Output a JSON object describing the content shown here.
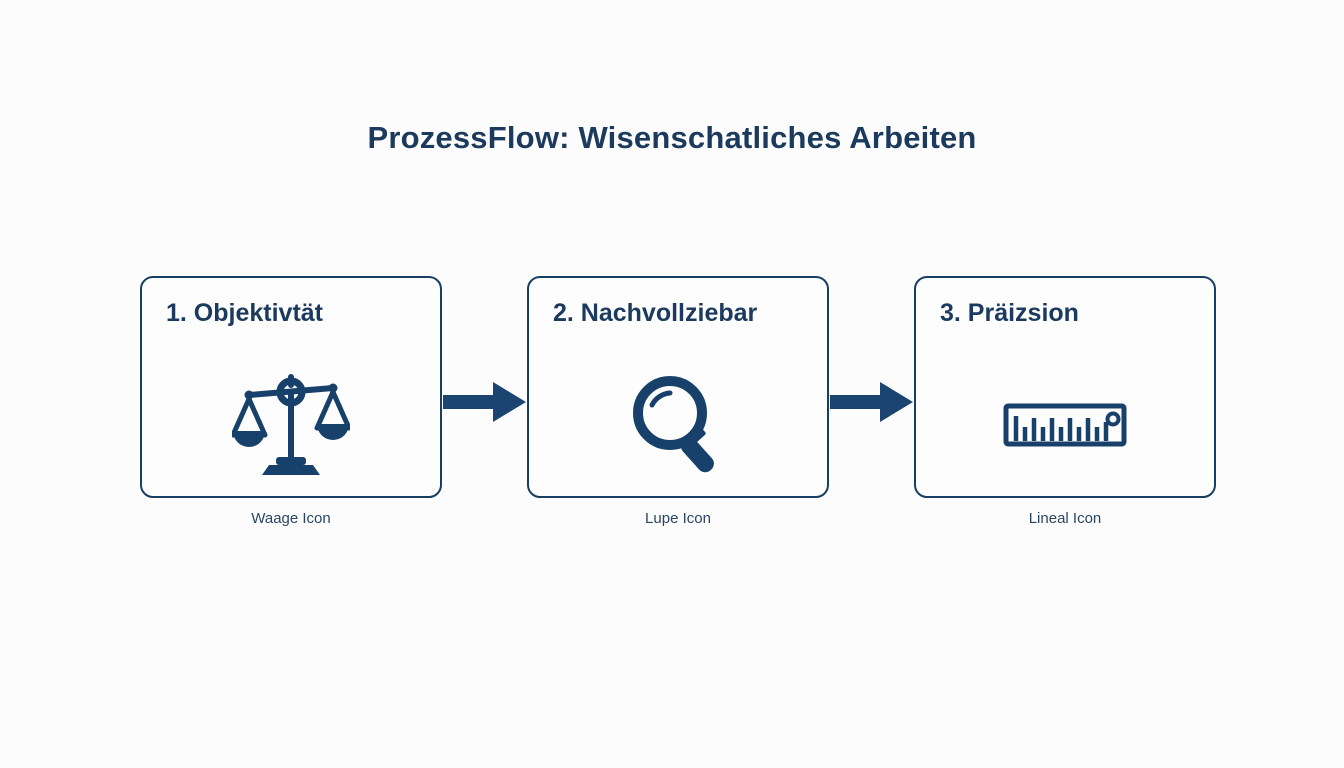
{
  "page": {
    "title": "ProzessFlow: Wisenschatliches Arbeiten",
    "background_color": "#fcfcfc",
    "accent_color": "#173f63",
    "text_color": "#1b3a5e",
    "caption_color": "#2a4663"
  },
  "flow": {
    "steps": [
      {
        "title": "1. Objektivtät",
        "icon": "balance-scale-icon",
        "caption": "Waage Icon"
      },
      {
        "title": "2. Nachvollziebar",
        "icon": "magnifying-glass-icon",
        "caption": "Lupe Icon"
      },
      {
        "title": "3. Präizsion",
        "icon": "ruler-icon",
        "caption": "Lineal Icon"
      }
    ],
    "connectors": [
      {
        "name": "arrow-right-icon"
      },
      {
        "name": "arrow-right-icon"
      }
    ]
  }
}
